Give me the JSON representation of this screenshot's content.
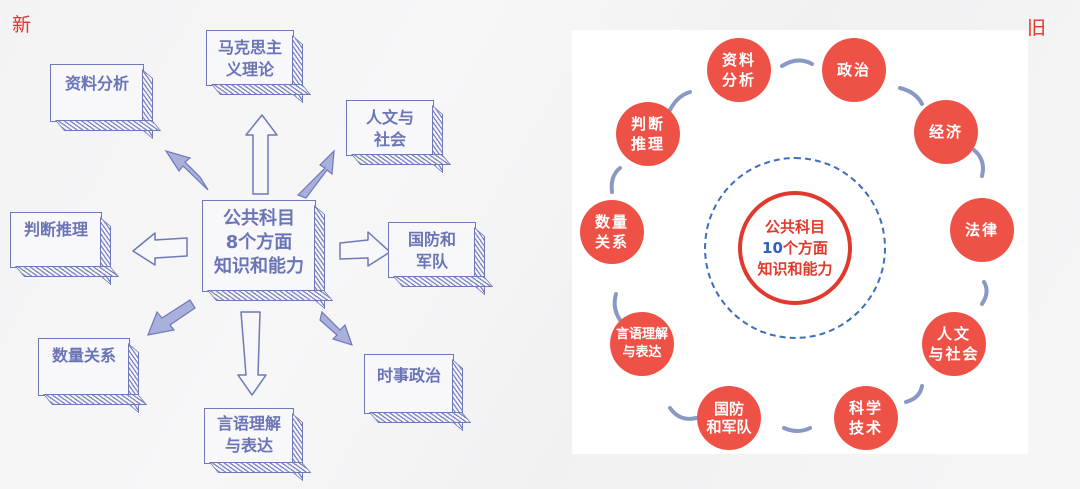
{
  "labels": {
    "new": "新",
    "old": "旧"
  },
  "left_diagram": {
    "center": {
      "line1": "公共科目",
      "line2": "8个方面",
      "line3": "知识和能力"
    },
    "items": [
      {
        "line1": "马克思主",
        "line2": "义理论"
      },
      {
        "line1": "人文与",
        "line2": "社会"
      },
      {
        "line1": "国防和",
        "line2": "军队"
      },
      {
        "line1": "时事政治",
        "line2": ""
      },
      {
        "line1": "言语理解",
        "line2": "与表达"
      },
      {
        "line1": "数量关系",
        "line2": ""
      },
      {
        "line1": "判断推理",
        "line2": ""
      },
      {
        "line1": "资料分析",
        "line2": ""
      }
    ],
    "colors": {
      "stroke": "#6f78b8",
      "text": "#6a74b6"
    }
  },
  "right_diagram": {
    "center": {
      "line1": "公共科目",
      "num": "10",
      "line2_rest": "个方面",
      "line3": "知识和能力"
    },
    "nodes": [
      {
        "line1": "资料",
        "line2": "分析"
      },
      {
        "line1": "政治",
        "line2": ""
      },
      {
        "line1": "经济",
        "line2": ""
      },
      {
        "line1": "法律",
        "line2": ""
      },
      {
        "line1": "人文",
        "line2": "与社会"
      },
      {
        "line1": "科学",
        "line2": "技术"
      },
      {
        "line1": "国防",
        "line2": "和军队"
      },
      {
        "line1": "言语理解",
        "line2": "与表达"
      },
      {
        "line1": "数量",
        "line2": "关系"
      },
      {
        "line1": "判断",
        "line2": "推理"
      }
    ],
    "colors": {
      "node": "#ee5246",
      "ring": "#e03a2e",
      "dashed": "#3d6fba",
      "number": "#2f63b5"
    }
  }
}
